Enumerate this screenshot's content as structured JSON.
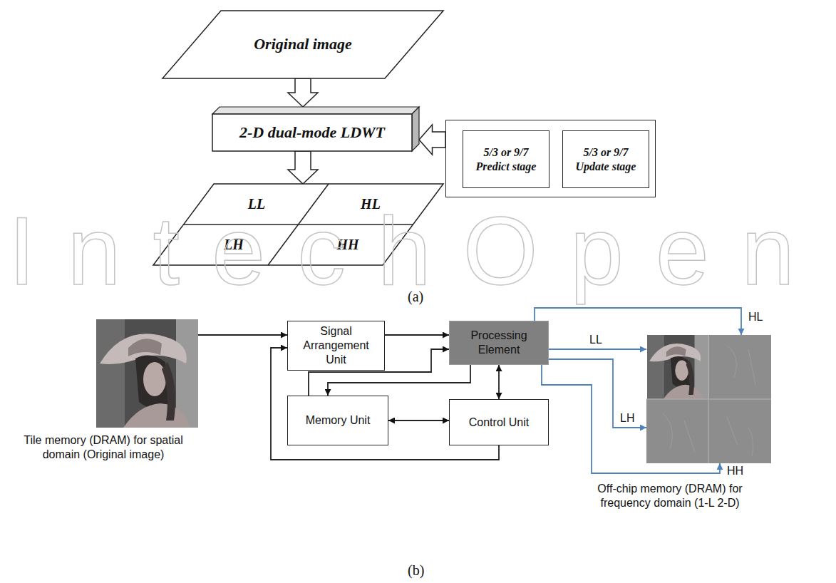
{
  "diagram": {
    "nodes": [
      {
        "text": [
          "Original image"
        ]
      },
      {
        "text": [
          "2-D dual-mode LDWT"
        ]
      },
      {
        "text": []
      },
      {
        "text": [
          "5/3 or 9/7 Predict stage"
        ],
        "in": 2
      },
      {
        "text": [
          "5/3 or 9/7 Update stage"
        ],
        "in": 2
      },
      {
        "text": [
          "LL",
          "HL",
          "LH",
          "HH"
        ]
      },
      {
        "text": [
          "Tile memory (DRAM) for spatial domain (Original image)"
        ]
      },
      {
        "text": [
          "Signal Arrangement Unit"
        ]
      },
      {
        "text": [
          "Processing Element"
        ]
      },
      {
        "text": [
          "Memory Unit"
        ]
      },
      {
        "text": [
          "Control Unit"
        ]
      },
      {
        "text": [
          "Off-chip memory (DRAM) for frequency domain (1-L 2-D)"
        ]
      }
    ],
    "edges": [
      {
        "from": 0,
        "to": 1,
        "arrow": "to"
      },
      {
        "from": 2,
        "to": 1,
        "arrow": "to"
      },
      {
        "from": 1,
        "to": 5,
        "arrow": "to"
      },
      {
        "from": 6,
        "to": 7,
        "arrow": "to"
      },
      {
        "from": 7,
        "to": 8,
        "arrow": "to"
      },
      {
        "from": 10,
        "to": 7,
        "arrow": "to"
      },
      {
        "from": 9,
        "to": 8,
        "arrow": "to"
      },
      {
        "from": 8,
        "to": 9,
        "arrow": "to"
      },
      {
        "from": 8,
        "to": 10,
        "arrow": "both"
      },
      {
        "from": 9,
        "to": 10,
        "arrow": "both"
      },
      {
        "from": 8,
        "to": 11,
        "label": "LL",
        "arrow": "to"
      },
      {
        "from": 8,
        "to": 11,
        "label": "HL",
        "arrow": "to"
      },
      {
        "from": 8,
        "to": 11,
        "label": "LH",
        "arrow": "to"
      },
      {
        "from": 8,
        "to": 11,
        "label": "HH",
        "arrow": "to"
      }
    ],
    "labels": [
      "IntechOpen",
      "(a)",
      "(b)"
    ]
  }
}
